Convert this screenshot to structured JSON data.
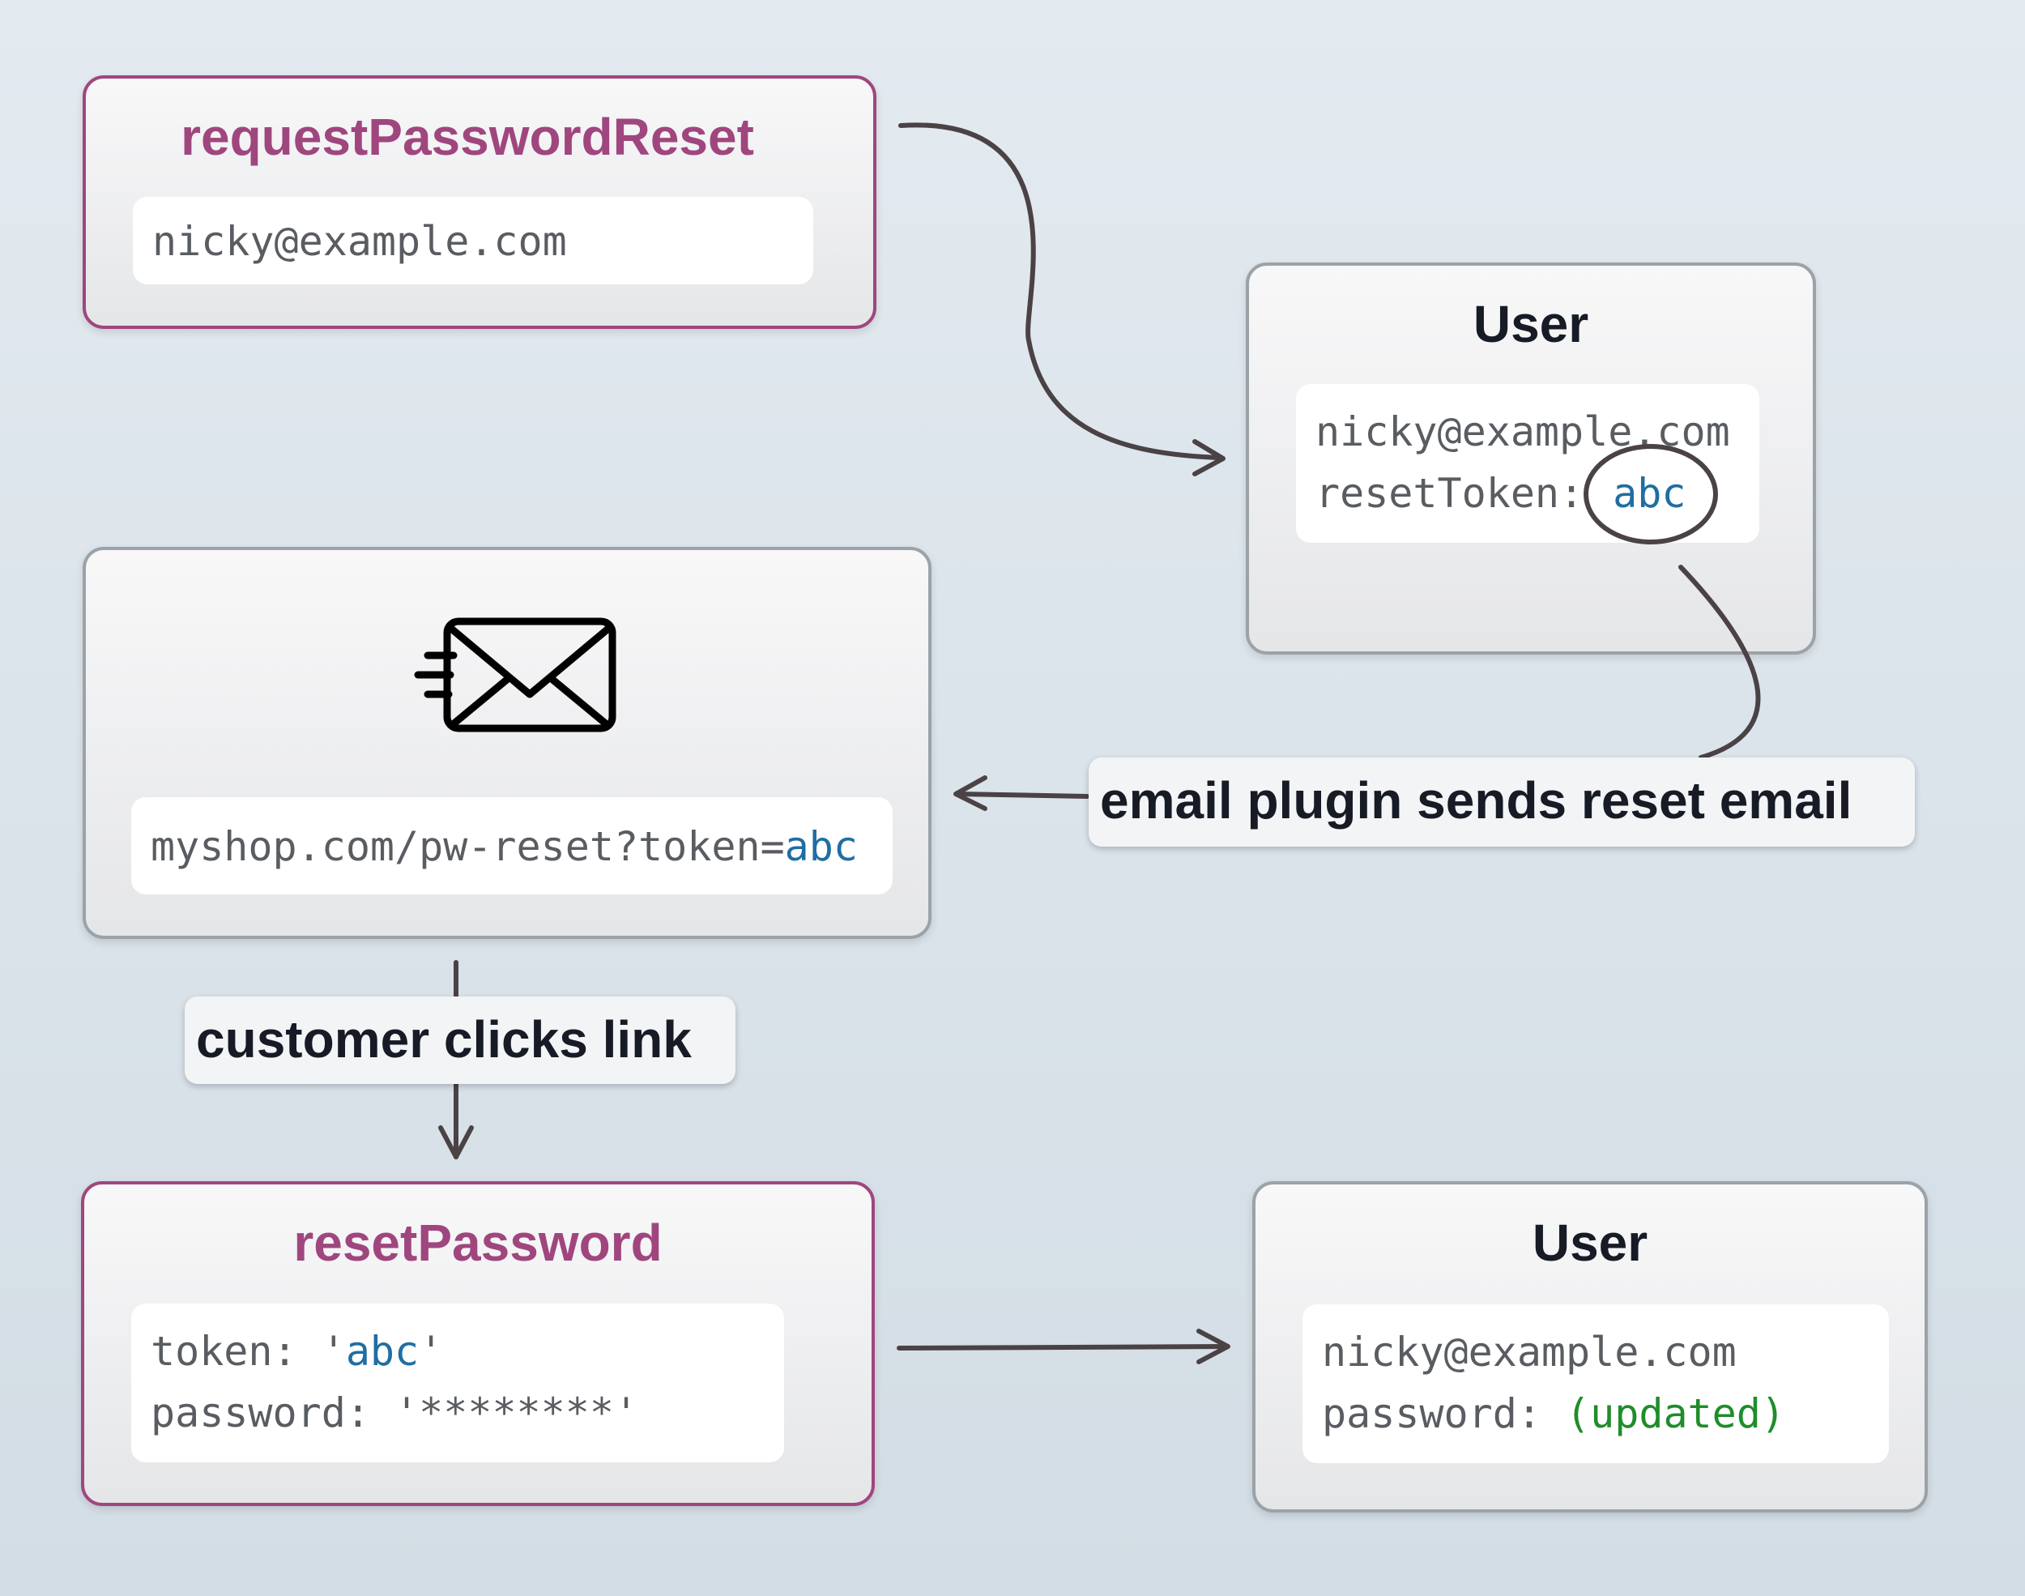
{
  "request_reset": {
    "title": "requestPasswordReset",
    "email": "nicky@example.com"
  },
  "user_before": {
    "title": "User",
    "email": "nicky@example.com",
    "token_key": "resetToken:",
    "token_value": "abc"
  },
  "email_box": {
    "icon": "envelope-send-icon",
    "url_prefix": "myshop.com/pw-reset?token=",
    "url_token": "abc"
  },
  "edge_labels": {
    "sends_email": "email plugin sends reset email",
    "clicks_link": "customer clicks link"
  },
  "reset_password": {
    "title": "resetPassword",
    "token_key": "token: ",
    "token_open": "'",
    "token_value": "abc",
    "token_close": "'",
    "password_key": "password: ",
    "password_value": "'********'"
  },
  "user_after": {
    "title": "User",
    "email": "nicky@example.com",
    "password_key": "password: ",
    "password_value": "(updated)"
  },
  "colors": {
    "mutation_accent": "#a0467e",
    "token_blue": "#1f6ea2",
    "updated_green": "#1f8d2a",
    "arrow": "#4a4245"
  }
}
